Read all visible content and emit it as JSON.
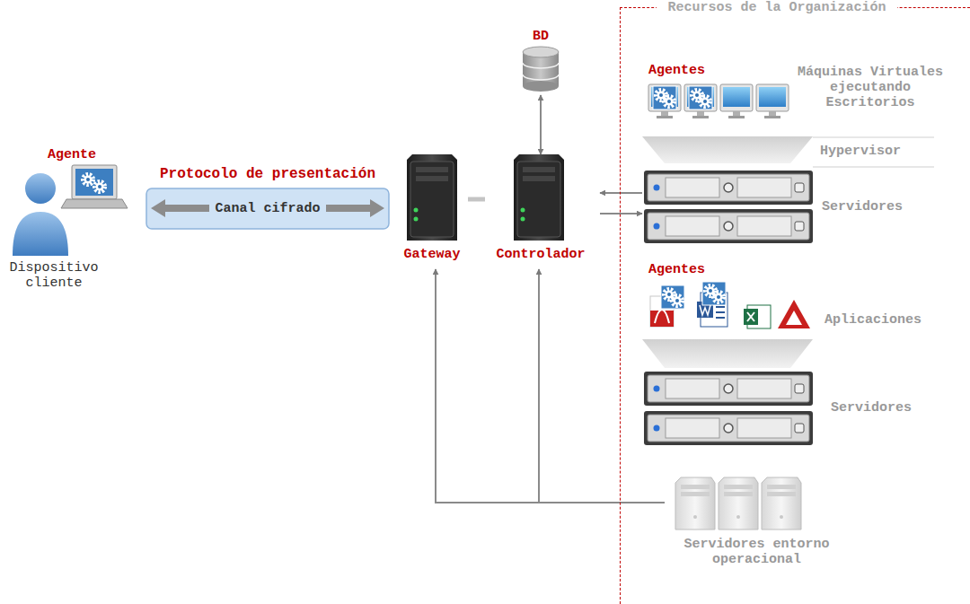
{
  "diagram": {
    "nodes": [
      {
        "text": [
          "Agente",
          "Dispositivo cliente"
        ]
      },
      {
        "text": [
          "Protocolo de presentación",
          "Canal cifrado"
        ]
      },
      {
        "text": [
          "BD"
        ]
      },
      {
        "text": [
          "Gateway"
        ]
      },
      {
        "text": [
          "Controlador"
        ]
      },
      {
        "text": [
          "Recursos de la Organización"
        ]
      },
      {
        "text": [
          "Agentes",
          "Máquinas Virtuales ejecutando Escritorios"
        ],
        "in": 5
      },
      {
        "text": [
          "Hypervisor"
        ],
        "in": 5
      },
      {
        "text": [
          "Servidores"
        ],
        "in": 5
      },
      {
        "text": [
          "Agentes",
          "Aplicaciones"
        ],
        "in": 5
      },
      {
        "text": [
          "Servidores"
        ],
        "in": 5
      },
      {
        "text": [
          "Servidores entorno operacional"
        ],
        "in": 5
      }
    ],
    "edges": [
      {
        "from": 2,
        "to": 4,
        "arrow": "both"
      },
      {
        "from": 3,
        "to": 4,
        "arrow": "none"
      },
      {
        "from": 8,
        "to": 4,
        "arrow": "to"
      },
      {
        "from": 4,
        "to": 8,
        "arrow": "to"
      },
      {
        "from": 11,
        "to": 3,
        "arrow": "to"
      },
      {
        "from": 11,
        "to": 4,
        "arrow": "to"
      }
    ]
  }
}
